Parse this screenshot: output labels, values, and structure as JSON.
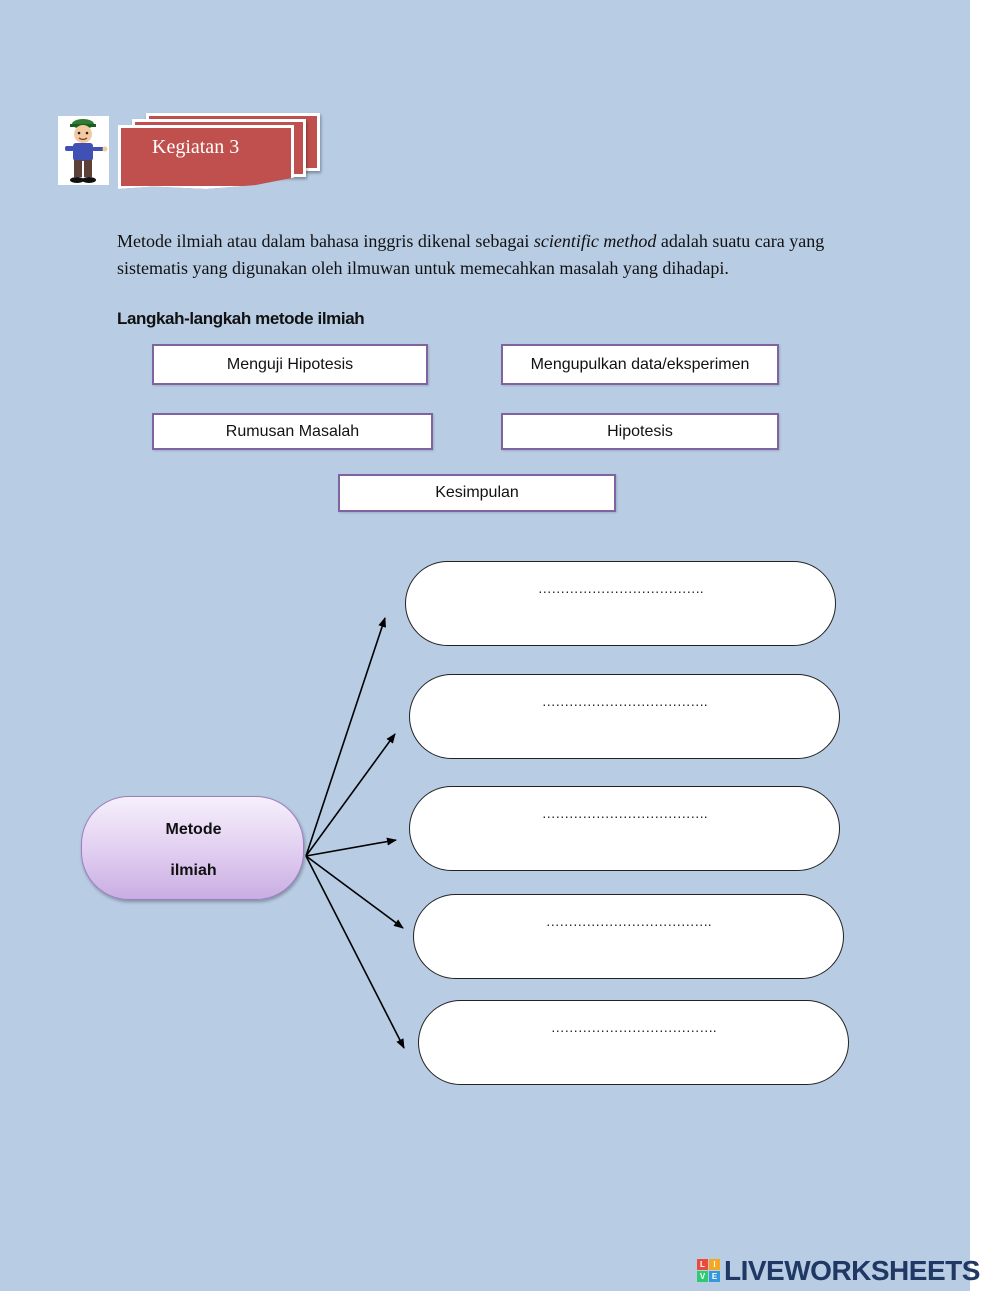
{
  "activity": {
    "badge_label": "Kegiatan 3"
  },
  "intro": {
    "before_term": "Metode ilmiah atau dalam bahasa inggris dikenal sebagai ",
    "term": "scientific method",
    "after_term": " adalah suatu cara yang sistematis yang digunakan oleh ilmuwan untuk memecahkan masalah yang dihadapi."
  },
  "steps_heading": "Langkah-langkah metode ilmiah",
  "options": [
    "Menguji Hipotesis",
    "Mengupulkan data/eksperimen",
    "Rumusan Masalah",
    "Hipotesis",
    "Kesimpulan"
  ],
  "diagram": {
    "center_line1": "Metode",
    "center_line2": "ilmiah",
    "slots": [
      "……………………………….",
      "……………………………….",
      "……………………………….",
      "……………………………….",
      "………………………………."
    ]
  },
  "brand": {
    "mark_letters": [
      "L",
      "I",
      "V",
      "E"
    ],
    "name": "LIVEWORKSHEETS",
    "colors": {
      "text": "#1f3864",
      "mark": [
        "#e84c3d",
        "#f5a623",
        "#2ecc71",
        "#3498db"
      ]
    }
  }
}
